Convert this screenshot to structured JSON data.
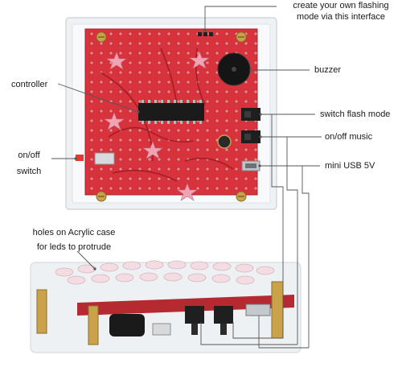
{
  "callouts": {
    "flashing_line1": "create your own flashing",
    "flashing_line2": "mode via this interface",
    "buzzer": "buzzer",
    "controller": "controller",
    "switch_flash_mode": "switch flash mode",
    "onoff_switch_line1": "on/off",
    "onoff_switch_line2": "switch",
    "onoff_music": "on/off music",
    "mini_usb": "mini USB 5V",
    "holes_line1": "holes on Acrylic case",
    "holes_line2": "for leds to protrude"
  },
  "colors": {
    "pcb_red": "#d8323c",
    "acrylic": "#eef2f5",
    "brass": "#c9a24a",
    "callout_line": "#555555"
  }
}
